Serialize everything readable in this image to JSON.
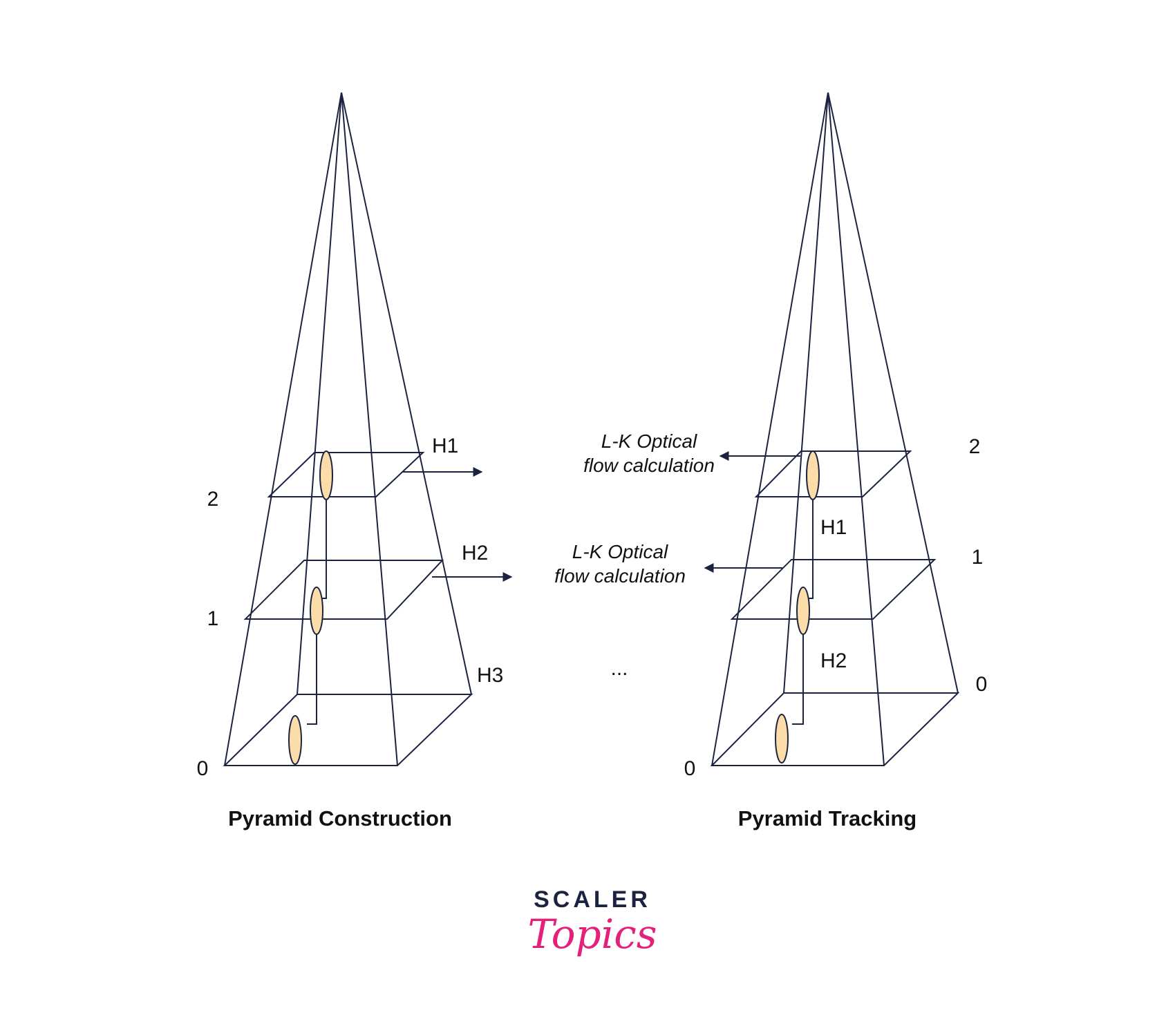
{
  "left": {
    "title": "Pyramid Construction",
    "levels": [
      "2",
      "1",
      "0"
    ],
    "h_labels": [
      "H1",
      "H2",
      "H3"
    ]
  },
  "right": {
    "title": "Pyramid Tracking",
    "levels": [
      "2",
      "1",
      "0",
      "0"
    ],
    "h_labels": [
      "H1",
      "H2"
    ],
    "flow_top": [
      "L-K Optical",
      "flow calculation"
    ],
    "flow_mid": [
      "L-K Optical",
      "flow calculation"
    ]
  },
  "ellipsis": "...",
  "logo": {
    "line1": "SCALER",
    "line2": "Topics"
  },
  "colors": {
    "left_plane": "#fde4ee",
    "right_plane": "#e3f1fc",
    "point": "#fcdca8",
    "edge": "#1b2340",
    "logo_dark": "#1b2340",
    "logo_pink": "#e5207a"
  }
}
